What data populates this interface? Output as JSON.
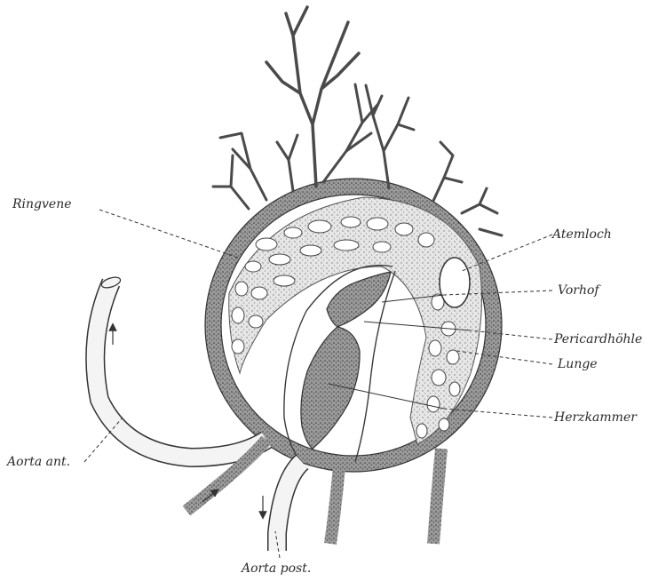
{
  "labels": {
    "ringvene": "Ringvene",
    "atemloch": "Atemloch",
    "vorhof": "Vorhof",
    "pericardhoehle": "Pericardhöhle",
    "lunge": "Lunge",
    "herzkammer": "Herzkammer",
    "aorta_ant": "Aorta ant.",
    "aorta_post": "Aorta post."
  },
  "colors": {
    "background": "#ffffff",
    "ink": "#2a2a2a",
    "stipple": "#6b6b6b"
  }
}
